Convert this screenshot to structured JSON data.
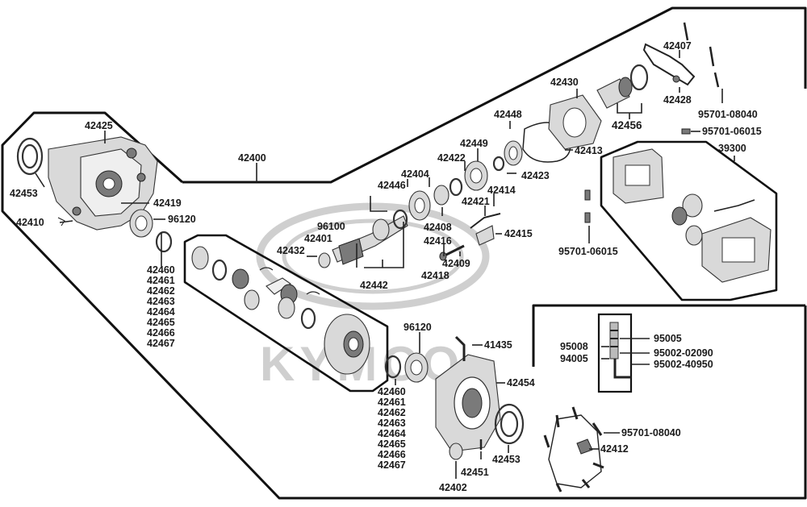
{
  "watermark": "KYMCO",
  "labels": [
    {
      "id": "42400",
      "text": "42400"
    },
    {
      "id": "42425",
      "text": "42425"
    },
    {
      "id": "42453a",
      "text": "42453"
    },
    {
      "id": "42419",
      "text": "42419"
    },
    {
      "id": "42410",
      "text": "42410"
    },
    {
      "id": "96120a",
      "text": "96120"
    },
    {
      "id": "42460a",
      "text": "42460"
    },
    {
      "id": "42461a",
      "text": "42461"
    },
    {
      "id": "42462a",
      "text": "42462"
    },
    {
      "id": "42463a",
      "text": "42463"
    },
    {
      "id": "42464a",
      "text": "42464"
    },
    {
      "id": "42465a",
      "text": "42465"
    },
    {
      "id": "42466a",
      "text": "42466"
    },
    {
      "id": "42467a",
      "text": "42467"
    },
    {
      "id": "42432",
      "text": "42432"
    },
    {
      "id": "96100",
      "text": "96100"
    },
    {
      "id": "42401",
      "text": "42401"
    },
    {
      "id": "42442",
      "text": "42442"
    },
    {
      "id": "42446",
      "text": "42446"
    },
    {
      "id": "42404",
      "text": "42404"
    },
    {
      "id": "42408",
      "text": "42408"
    },
    {
      "id": "42416",
      "text": "42416"
    },
    {
      "id": "42409",
      "text": "42409"
    },
    {
      "id": "42418",
      "text": "42418"
    },
    {
      "id": "42422",
      "text": "42422"
    },
    {
      "id": "42449",
      "text": "42449"
    },
    {
      "id": "42448",
      "text": "42448"
    },
    {
      "id": "42421",
      "text": "42421"
    },
    {
      "id": "42414",
      "text": "42414"
    },
    {
      "id": "42415",
      "text": "42415"
    },
    {
      "id": "42423",
      "text": "42423"
    },
    {
      "id": "42413",
      "text": "42413"
    },
    {
      "id": "42430",
      "text": "42430"
    },
    {
      "id": "42456",
      "text": "42456"
    },
    {
      "id": "42407",
      "text": "42407"
    },
    {
      "id": "42428",
      "text": "42428"
    },
    {
      "id": "95701-08040a",
      "text": "95701-08040"
    },
    {
      "id": "95701-06015a",
      "text": "95701-06015"
    },
    {
      "id": "39300",
      "text": "39300"
    },
    {
      "id": "95701-06015b",
      "text": "95701-06015"
    },
    {
      "id": "96120b",
      "text": "96120"
    },
    {
      "id": "41435",
      "text": "41435"
    },
    {
      "id": "42454",
      "text": "42454"
    },
    {
      "id": "42460b",
      "text": "42460"
    },
    {
      "id": "42461b",
      "text": "42461"
    },
    {
      "id": "42462b",
      "text": "42462"
    },
    {
      "id": "42463b",
      "text": "42463"
    },
    {
      "id": "42464b",
      "text": "42464"
    },
    {
      "id": "42465b",
      "text": "42465"
    },
    {
      "id": "42466b",
      "text": "42466"
    },
    {
      "id": "42467b",
      "text": "42467"
    },
    {
      "id": "42453b",
      "text": "42453"
    },
    {
      "id": "42451",
      "text": "42451"
    },
    {
      "id": "42402",
      "text": "42402"
    },
    {
      "id": "95701-08040b",
      "text": "95701-08040"
    },
    {
      "id": "42412",
      "text": "42412"
    },
    {
      "id": "95008",
      "text": "95008"
    },
    {
      "id": "94005",
      "text": "94005"
    },
    {
      "id": "95005",
      "text": "95005"
    },
    {
      "id": "95002-02090",
      "text": "95002-02090"
    },
    {
      "id": "95002-40950",
      "text": "95002-40950"
    }
  ]
}
